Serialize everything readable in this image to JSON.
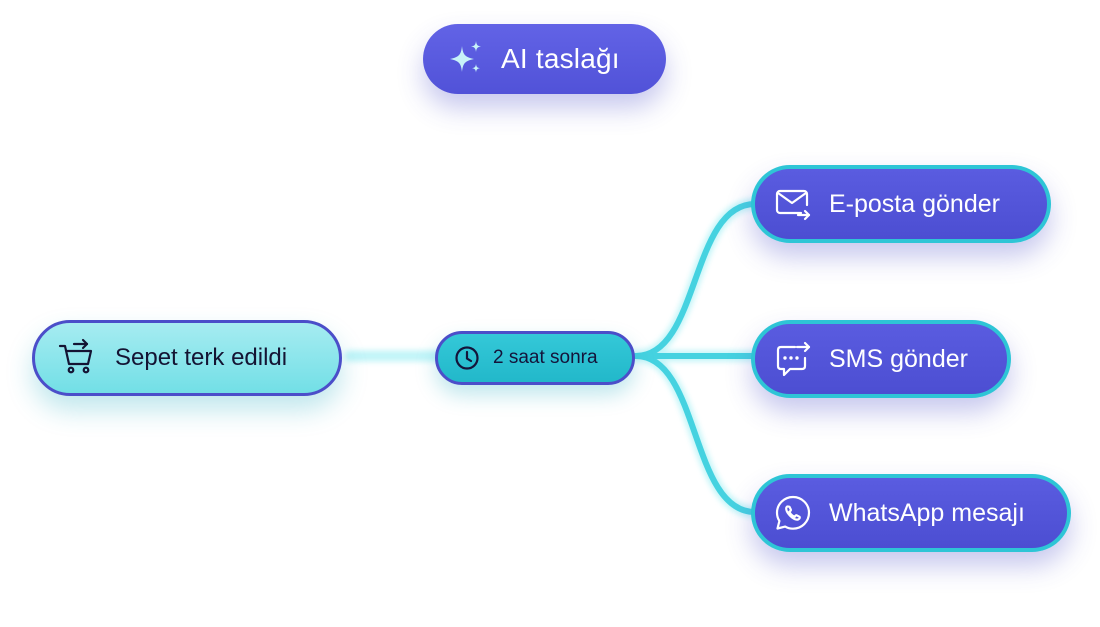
{
  "ai_draft": {
    "label": "AI taslağı",
    "icon": "sparkles-icon"
  },
  "trigger": {
    "label": "Sepet terk edildi",
    "icon": "cart-icon"
  },
  "delay": {
    "label": "2 saat sonra",
    "icon": "clock-icon"
  },
  "actions": [
    {
      "label": "E-posta gönder",
      "icon": "mail-send-icon"
    },
    {
      "label": "SMS gönder",
      "icon": "sms-icon"
    },
    {
      "label": "WhatsApp mesajı",
      "icon": "whatsapp-icon"
    }
  ],
  "colors": {
    "indigo": "#5152d8",
    "cyan": "#2ec5d6",
    "trigger_fill": "#8ee6ec",
    "delay_fill": "#27bccd",
    "connector": "#4fd7e4"
  }
}
